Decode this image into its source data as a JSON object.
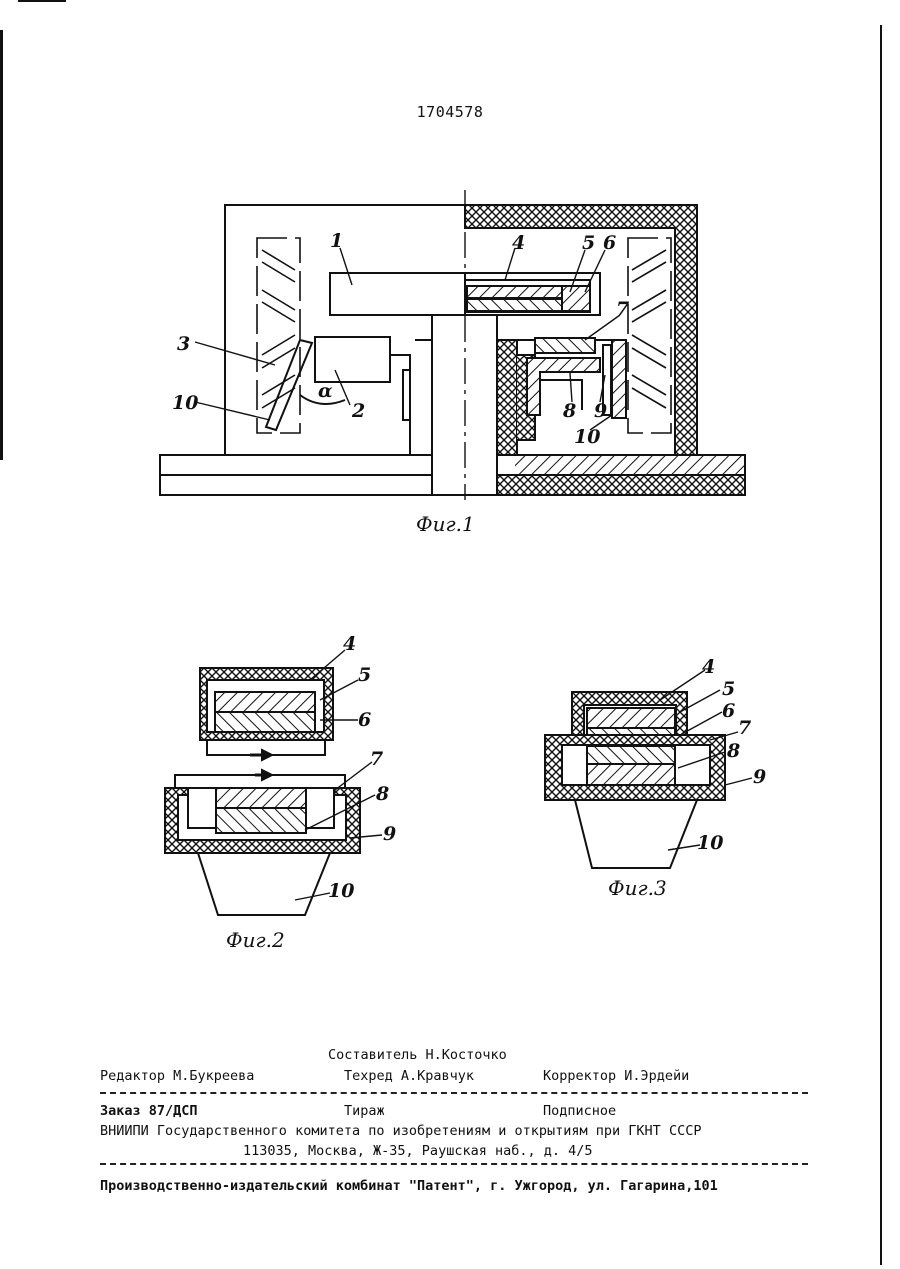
{
  "patent_number": "1704578",
  "figures": {
    "fig1": {
      "caption": "Фиг.1",
      "labels": {
        "l1": "1",
        "l2": "2",
        "l3": "3",
        "l4": "4",
        "l5": "5",
        "l6": "6",
        "l7": "7",
        "l8": "8",
        "l9": "9",
        "l10a": "10",
        "l10b": "10",
        "alpha": "α"
      }
    },
    "fig2": {
      "caption": "Фиг.2",
      "labels": {
        "l4": "4",
        "l5": "5",
        "l6": "6",
        "l7": "7",
        "l8": "8",
        "l9": "9",
        "l10": "10"
      }
    },
    "fig3": {
      "caption": "Фиг.3",
      "labels": {
        "l4": "4",
        "l5": "5",
        "l6": "6",
        "l7": "7",
        "l8": "8",
        "l9": "9",
        "l10": "10"
      }
    }
  },
  "imprint": {
    "compiler": "Составитель Н.Косточко",
    "editor": "Редактор М.Букреева",
    "techred": "Техред А.Кравчук",
    "corrector": "Корректор И.Эрдейи",
    "order": "Заказ 87/ДСП",
    "tirazh": "Тираж",
    "podpisnoe": "Подписное",
    "vniipi": "ВНИИПИ Государственного комитета по изобретениям и открытиям при ГКНТ СССР",
    "address": "113035, Москва, Ж-35, Раушская наб., д. 4/5",
    "publisher": "Производственно-издательский комбинат \"Патент\", г. Ужгород, ул. Гагарина,101"
  }
}
